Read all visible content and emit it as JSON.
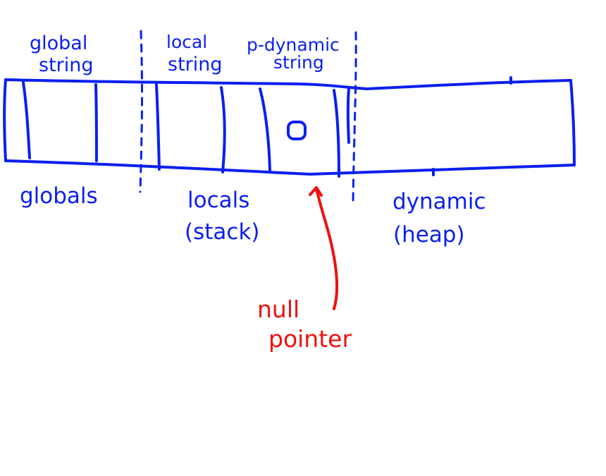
{
  "labels": {
    "global_string": [
      "global",
      "string"
    ],
    "local_string": [
      "local",
      "string"
    ],
    "dynamic_string": [
      "p-dynamic",
      "string"
    ],
    "null_value": "0",
    "globals": "globals",
    "locals": [
      "locals",
      "(stack)"
    ],
    "dynamic": [
      "dynamic",
      "(heap)"
    ],
    "null_pointer": [
      "null",
      "pointer"
    ]
  },
  "colors": {
    "ink_blue": "#0a1ff0",
    "ink_red": "#f01010",
    "background": "#ffffff"
  }
}
